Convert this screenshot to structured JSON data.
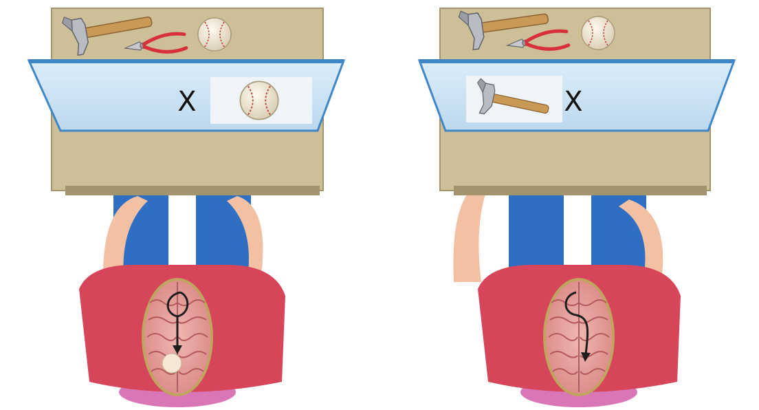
{
  "panels": [
    {
      "id": "left",
      "mark": "X",
      "box_items": [
        "hammer",
        "pliers",
        "baseball"
      ],
      "screen_object": "baseball",
      "brain_pathway": "visual-cortex-to-left-hemisphere"
    },
    {
      "id": "right",
      "mark": "X",
      "box_items": [
        "hammer",
        "pliers",
        "baseball"
      ],
      "screen_object": "hammer",
      "brain_pathway": "visual-cortex-to-right-hemisphere"
    }
  ],
  "colors": {
    "box": "#cdbf97",
    "box_dark": "#a3946d",
    "screen": "#cfe6f6",
    "screen_edge": "#3f86c7",
    "shirt": "#d6455a",
    "jeans": "#2f6fc3",
    "skin": "#f2c1a3",
    "brain": "#e5a3a3",
    "brain_outline": "#b9a35b",
    "chair": "#d977b6"
  },
  "icons": [
    "hammer-icon",
    "pliers-icon",
    "baseball-icon",
    "brain-icon",
    "arrow-icon"
  ]
}
